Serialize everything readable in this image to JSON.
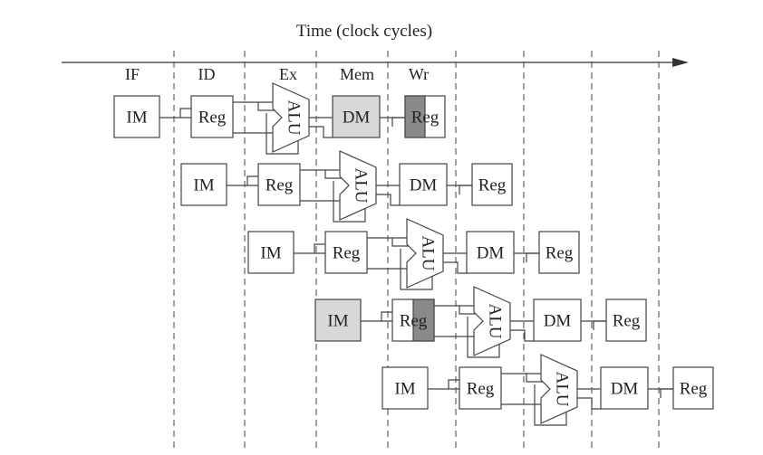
{
  "title": "Time (clock cycles)",
  "stages": [
    "IF",
    "ID",
    "Ex",
    "Mem",
    "Wr"
  ],
  "block_labels": {
    "im": "IM",
    "reg": "Reg",
    "alu": "ALU",
    "dm": "DM"
  },
  "highlight_colors": {
    "light": "#d8d8d8",
    "dark": "#8a8a8a"
  },
  "instructions": [
    {
      "index": 1,
      "highlight": "dm-read-and-reg-write"
    },
    {
      "index": 2,
      "highlight": "none"
    },
    {
      "index": 3,
      "highlight": "none"
    },
    {
      "index": 4,
      "highlight": "im-and-reg-read"
    },
    {
      "index": 5,
      "highlight": "none"
    }
  ]
}
